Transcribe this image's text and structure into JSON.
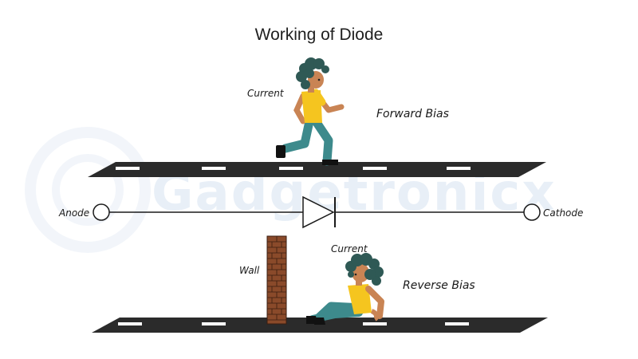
{
  "title": "Working of Diode",
  "labels": {
    "current_top": "Current",
    "forward_bias": "Forward Bias",
    "anode": "Anode",
    "cathode": "Cathode",
    "wall": "Wall",
    "current_bottom": "Current",
    "reverse_bias": "Reverse Bias"
  },
  "watermark": "Gadgetronicx",
  "colors": {
    "road": "#2b2b2b",
    "road_marking": "#ffffff",
    "wire": "#1a1a1a",
    "brick": "#8a4a2a",
    "skin": "#c98454",
    "hair": "#2f5955",
    "shirt": "#f5c51f",
    "pants": "#3d8a8c",
    "shoe": "#111111"
  }
}
